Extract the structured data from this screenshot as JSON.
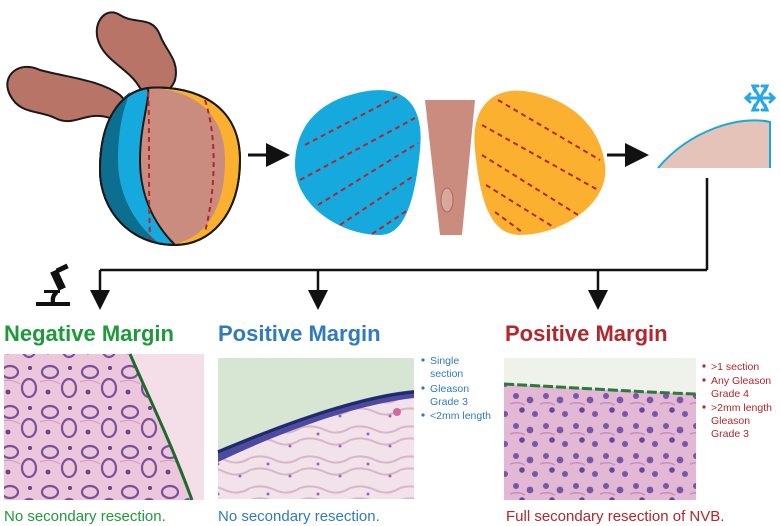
{
  "colors": {
    "negative": "#1e9a3a",
    "positive_blue": "#2f7bbd",
    "positive_red": "#b3262b",
    "blue_lobe": "#16a9de",
    "blue_dark": "#0d6f8f",
    "orange_lobe": "#fbb12f",
    "tissue": "#c98c7e",
    "dash": "#b3262b",
    "snowflake": "#2aa7e0"
  },
  "icons": [
    "microscope-icon",
    "snowflake-icon",
    "arrow-right-icon",
    "arrow-down-icon"
  ],
  "panels": [
    {
      "title": "Negative Margin",
      "color": "#1e9a3a",
      "bullets": [],
      "caption": "No secondary resection."
    },
    {
      "title": "Positive Margin",
      "color": "#2f7bbd",
      "bullets": [
        "Single",
        "section",
        "Gleason",
        "Grade 3",
        "<2mm length"
      ],
      "caption": "No secondary resection."
    },
    {
      "title": "Positive Margin",
      "color": "#b3262b",
      "bullets": [
        ">1 section",
        "Any Gleason",
        "Grade 4",
        ">2mm length",
        "Gleason",
        "Grade 3"
      ],
      "caption": "Full secondary resection of NVB."
    }
  ]
}
